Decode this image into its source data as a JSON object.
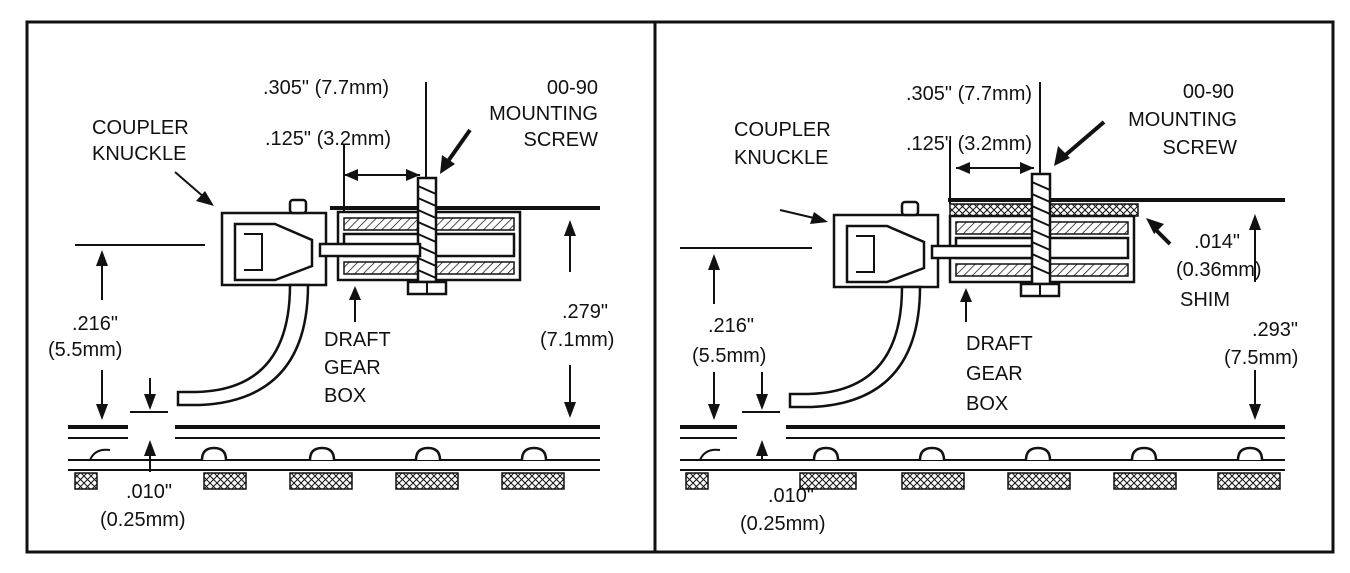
{
  "panels": [
    {
      "id": "left",
      "screw_dim": ".305\" (7.7mm)",
      "offset_dim": ".125\" (3.2mm)",
      "screw_label_1": "00-90",
      "screw_label_2": "MOUNTING",
      "screw_label_3": "SCREW",
      "knuckle_label_1": "COUPLER",
      "knuckle_label_2": "KNUCKLE",
      "left_height_1": ".216\"",
      "left_height_2": "(5.5mm)",
      "draft_label_1": "DRAFT",
      "draft_label_2": "GEAR",
      "draft_label_3": "BOX",
      "right_height_1": ".279\"",
      "right_height_2": "(7.1mm)",
      "gap_dim_1": ".010\"",
      "gap_dim_2": "(0.25mm)"
    },
    {
      "id": "right",
      "screw_dim": ".305\" (7.7mm)",
      "offset_dim": ".125\" (3.2mm)",
      "screw_label_1": "00-90",
      "screw_label_2": "MOUNTING",
      "screw_label_3": "SCREW",
      "knuckle_label_1": "COUPLER",
      "knuckle_label_2": "KNUCKLE",
      "left_height_1": ".216\"",
      "left_height_2": "(5.5mm)",
      "draft_label_1": "DRAFT",
      "draft_label_2": "GEAR",
      "draft_label_3": "BOX",
      "right_height_1": ".293\"",
      "right_height_2": "(7.5mm)",
      "gap_dim_1": ".010\"",
      "gap_dim_2": "(0.25mm)",
      "shim_dim_1": ".014\"",
      "shim_dim_2": "(0.36mm)",
      "shim_label": "SHIM"
    }
  ]
}
